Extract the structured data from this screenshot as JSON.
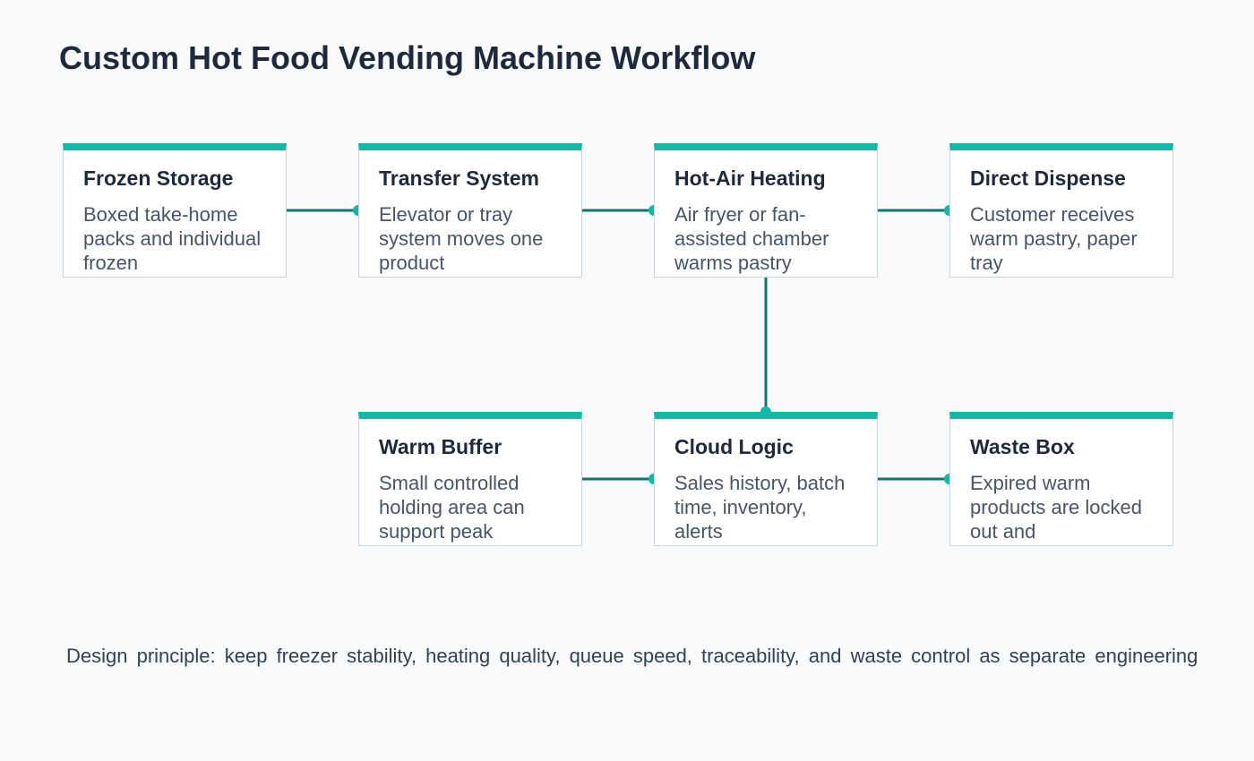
{
  "title": "Custom Hot Food Vending Machine Workflow",
  "colors": {
    "accent": "#14b8a6",
    "connector": "#0f766e",
    "card_border": "#cbd5e1",
    "background": "#f8fafc"
  },
  "nodes": [
    {
      "id": "frozen-storage",
      "title": "Frozen Storage",
      "description": "Boxed take-home packs and individual frozen"
    },
    {
      "id": "transfer-system",
      "title": "Transfer System",
      "description": "Elevator or tray system moves one product"
    },
    {
      "id": "hot-air-heating",
      "title": "Hot-Air Heating",
      "description": "Air fryer or fan-assisted chamber warms pastry"
    },
    {
      "id": "direct-dispense",
      "title": "Direct Dispense",
      "description": "Customer receives warm pastry, paper tray"
    },
    {
      "id": "warm-buffer",
      "title": "Warm Buffer",
      "description": "Small controlled holding area can support peak"
    },
    {
      "id": "cloud-logic",
      "title": "Cloud Logic",
      "description": "Sales history, batch time, inventory, alerts"
    },
    {
      "id": "waste-box",
      "title": "Waste Box",
      "description": "Expired warm products are locked out and"
    }
  ],
  "edges": [
    {
      "from": "frozen-storage",
      "to": "transfer-system"
    },
    {
      "from": "transfer-system",
      "to": "hot-air-heating"
    },
    {
      "from": "hot-air-heating",
      "to": "direct-dispense"
    },
    {
      "from": "hot-air-heating",
      "to": "cloud-logic"
    },
    {
      "from": "warm-buffer",
      "to": "cloud-logic"
    },
    {
      "from": "cloud-logic",
      "to": "waste-box"
    }
  ],
  "footer": "Design principle: keep freezer stability, heating quality, queue speed, traceability, and waste control as separate engineering"
}
